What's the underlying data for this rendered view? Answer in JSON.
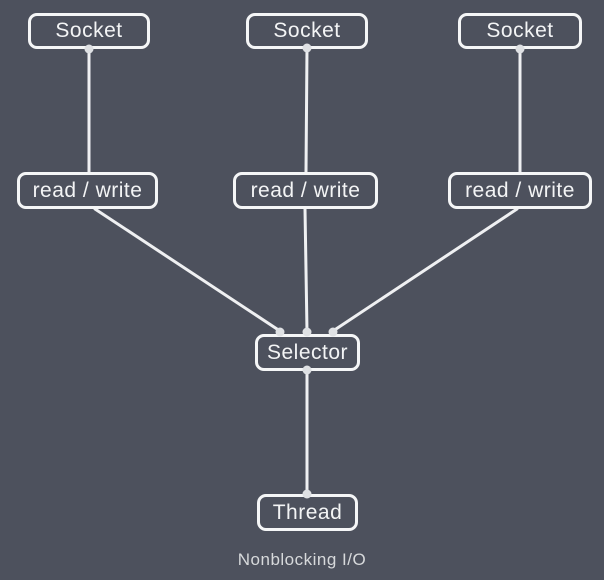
{
  "diagram": {
    "caption": "Nonblocking I/O",
    "nodes": {
      "socket1": {
        "label": "Socket"
      },
      "socket2": {
        "label": "Socket"
      },
      "socket3": {
        "label": "Socket"
      },
      "rw1": {
        "label": "read / write"
      },
      "rw2": {
        "label": "read / write"
      },
      "rw3": {
        "label": "read / write"
      },
      "selector": {
        "label": "Selector"
      },
      "thread": {
        "label": "Thread"
      }
    },
    "edges": [
      {
        "from": "socket1",
        "to": "rw1"
      },
      {
        "from": "socket2",
        "to": "rw2"
      },
      {
        "from": "socket3",
        "to": "rw3"
      },
      {
        "from": "rw1",
        "to": "selector"
      },
      {
        "from": "rw2",
        "to": "selector"
      },
      {
        "from": "rw3",
        "to": "selector"
      },
      {
        "from": "selector",
        "to": "thread"
      }
    ],
    "colors": {
      "background": "#4d515d",
      "line": "#eff0f2",
      "box_border": "#f5f6f7",
      "box_text": "#f3f4f5",
      "connection_dot": "#dfe1e4",
      "caption_text": "#d7d9db"
    }
  }
}
